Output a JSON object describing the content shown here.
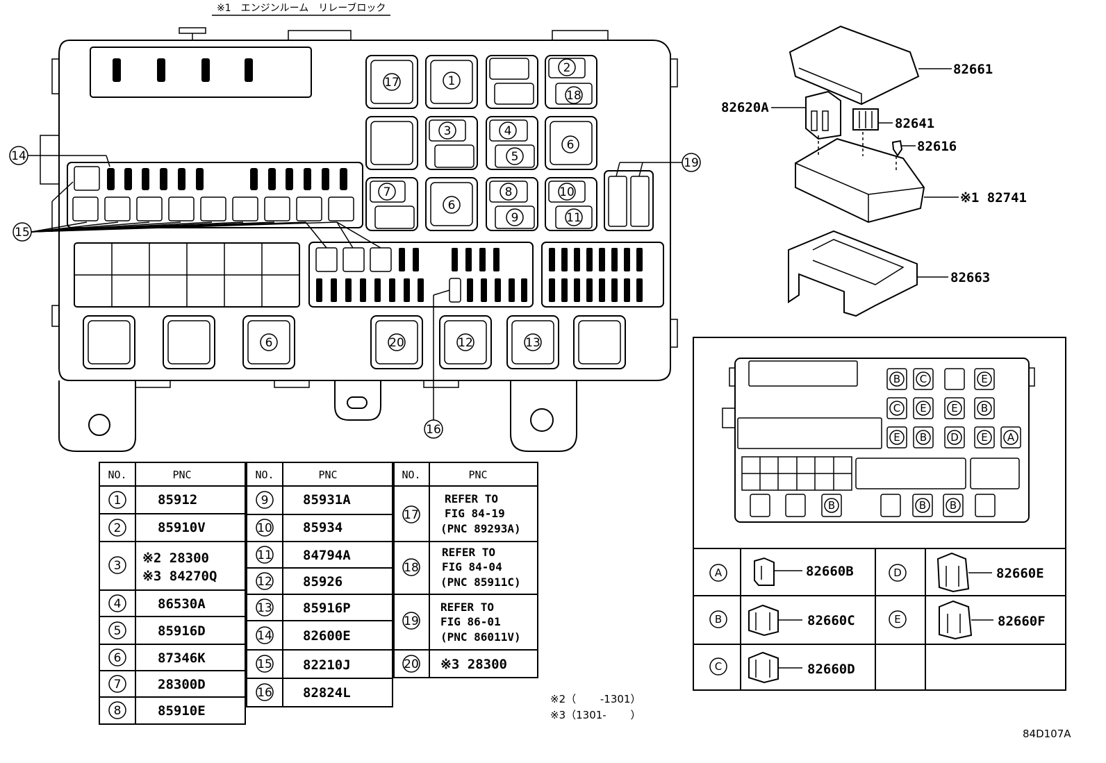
{
  "header_note": "※1　エンジンルーム　リレーブロック",
  "figure_code": "84D107A",
  "footnotes": [
    "※2（　　 -1301）",
    "※3（1301-　　 ）"
  ],
  "callouts": [
    "14",
    "15",
    "16",
    "19"
  ],
  "box_numbers": [
    "17",
    "1",
    "2",
    "18",
    "3",
    "4",
    "5",
    "6",
    "7",
    "6",
    "8",
    "9",
    "10",
    "11",
    "6",
    "20",
    "12",
    "13"
  ],
  "exploded_parts": [
    "82661",
    "82620A",
    "82641",
    "82616",
    "※1 82741",
    "82663"
  ],
  "table_headers": {
    "no": "NO.",
    "pnc": "PNC"
  },
  "table_col1": [
    {
      "no": "1",
      "pnc": "85912"
    },
    {
      "no": "2",
      "pnc": "85910V"
    },
    {
      "no": "3",
      "pnc": "※2 28300",
      "pnc2": "※3 84270Q"
    },
    {
      "no": "4",
      "pnc": "86530A"
    },
    {
      "no": "5",
      "pnc": "85916D"
    },
    {
      "no": "6",
      "pnc": "87346K"
    },
    {
      "no": "7",
      "pnc": "28300D"
    },
    {
      "no": "8",
      "pnc": "85910E"
    }
  ],
  "table_col2": [
    {
      "no": "9",
      "pnc": "85931A"
    },
    {
      "no": "10",
      "pnc": "85934"
    },
    {
      "no": "11",
      "pnc": "84794A"
    },
    {
      "no": "12",
      "pnc": "85926"
    },
    {
      "no": "13",
      "pnc": "85916P"
    },
    {
      "no": "14",
      "pnc": "82600E"
    },
    {
      "no": "15",
      "pnc": "82210J"
    },
    {
      "no": "16",
      "pnc": "82824L"
    }
  ],
  "table_col3": [
    {
      "no": "17",
      "l1": "REFER TO",
      "l2": "FIG 84-19",
      "l3": "(PNC 89293A)"
    },
    {
      "no": "18",
      "l1": "REFER TO",
      "l2": "FIG 84-04",
      "l3": "(PNC 85911C)"
    },
    {
      "no": "19",
      "l1": "REFER TO",
      "l2": "FIG 86-01",
      "l3": "(PNC 86011V)"
    },
    {
      "no": "20",
      "l1": "※3 28300"
    }
  ],
  "socket_legend": [
    {
      "letter": "A",
      "pnc": "82660B"
    },
    {
      "letter": "B",
      "pnc": "82660C"
    },
    {
      "letter": "C",
      "pnc": "82660D"
    },
    {
      "letter": "D",
      "pnc": "82660E"
    },
    {
      "letter": "E",
      "pnc": "82660F"
    }
  ],
  "layout_letters": {
    "row1": [
      "B",
      "C",
      "",
      "E"
    ],
    "row2": [
      "C",
      "E",
      "E",
      "B"
    ],
    "row3": [
      "E",
      "B",
      "D",
      "E",
      "A"
    ],
    "bottom": [
      "B",
      "B",
      "B"
    ]
  }
}
